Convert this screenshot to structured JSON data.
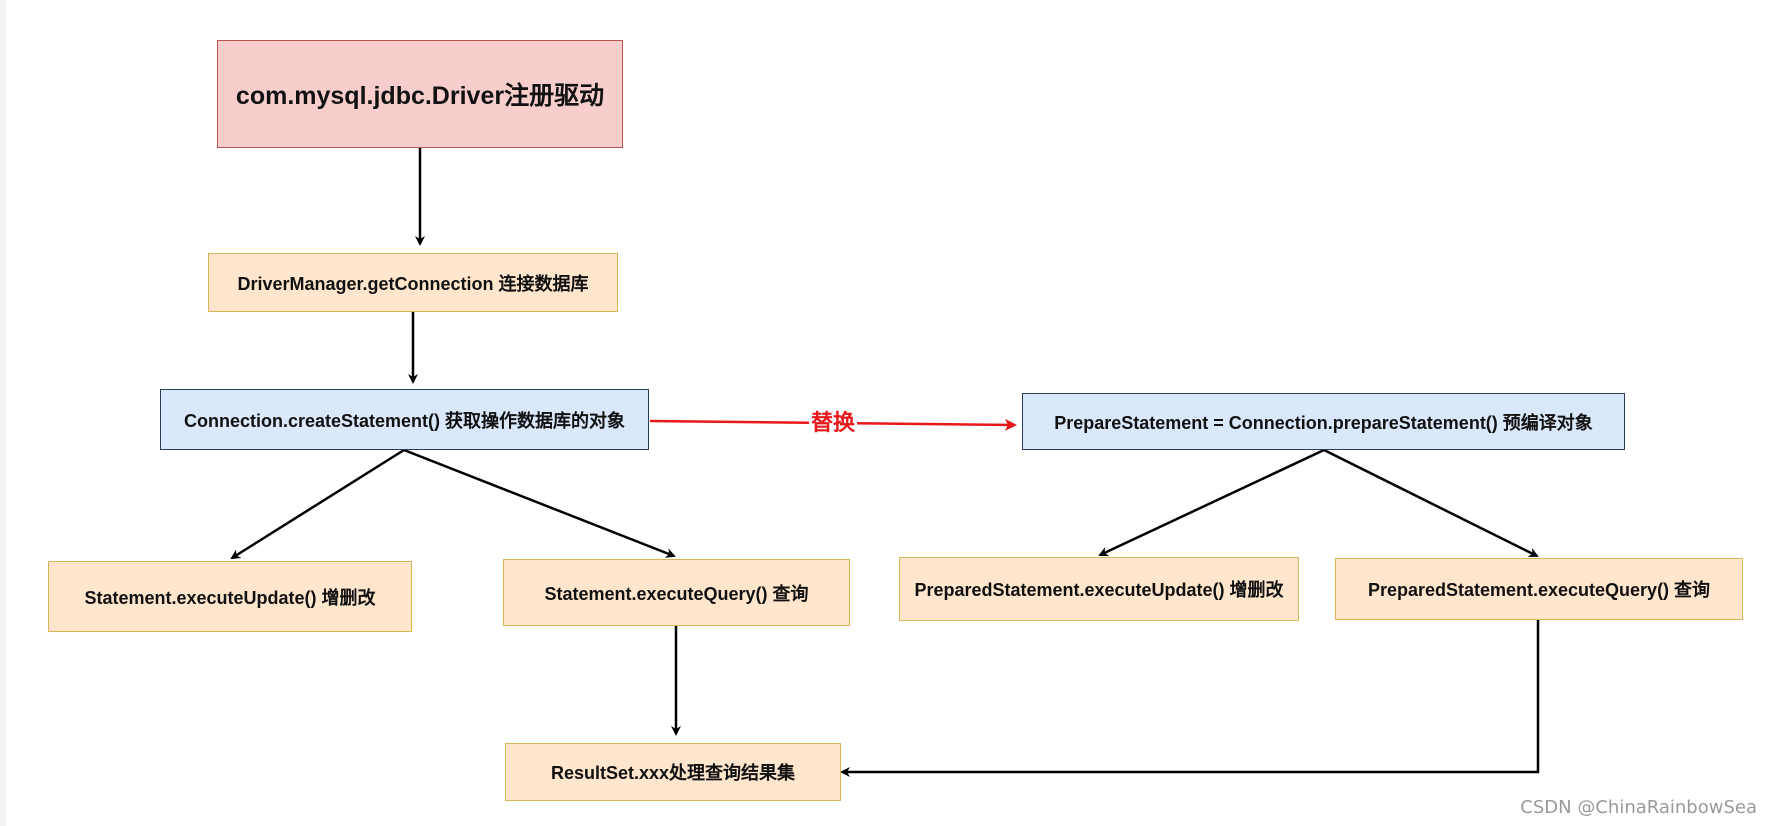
{
  "nodes": {
    "driver_register": "com.mysql.jdbc.Driver注册驱动",
    "driver_manager": "DriverManager.getConnection 连接数据库",
    "create_statement": "Connection.createStatement() 获取操作数据库的对象",
    "prepare_statement": "PrepareStatement = Connection.prepareStatement() 预编译对象",
    "statement_update": "Statement.executeUpdate() 增删改",
    "statement_query": "Statement.executeQuery() 查询",
    "prepared_update": "PreparedStatement.executeUpdate() 增删改",
    "prepared_query": "PreparedStatement.executeQuery() 查询",
    "result_set": "ResultSet.xxx处理查询结果集"
  },
  "edge_labels": {
    "replace": "替换"
  },
  "watermark": "CSDN @ChinaRainbowSea",
  "colors": {
    "red_fill": "#f8cecc",
    "red_border": "#b85450",
    "orange_fill": "#ffe6cc",
    "orange_border": "#d6b656",
    "blue_fill": "#dae8fc",
    "blue_border": "#2e3d57",
    "arrow_black": "#000000",
    "arrow_red": "#e8171a"
  }
}
